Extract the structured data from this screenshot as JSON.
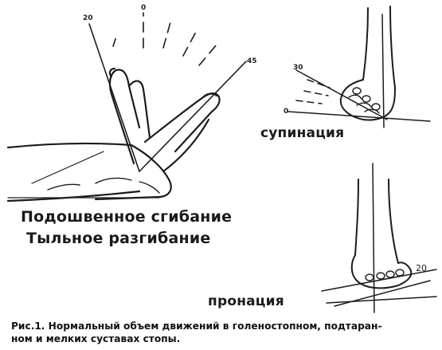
{
  "labels": {
    "plantar_flexion": "Подошвенное сгибание",
    "dorsiflexion": "Тыльное разгибание",
    "supination": "супинация",
    "pronation": "пронация"
  },
  "angle_marks": {
    "left_20": "20",
    "left_0": "0",
    "left_45": "45",
    "sup_30": "30",
    "sup_0": "0",
    "pron_20": "20"
  },
  "caption": {
    "line1": "Рис.1. Нормальный объем движений в голеностопном, подтаран-",
    "line2": "ном и мелких суставах стопы."
  }
}
